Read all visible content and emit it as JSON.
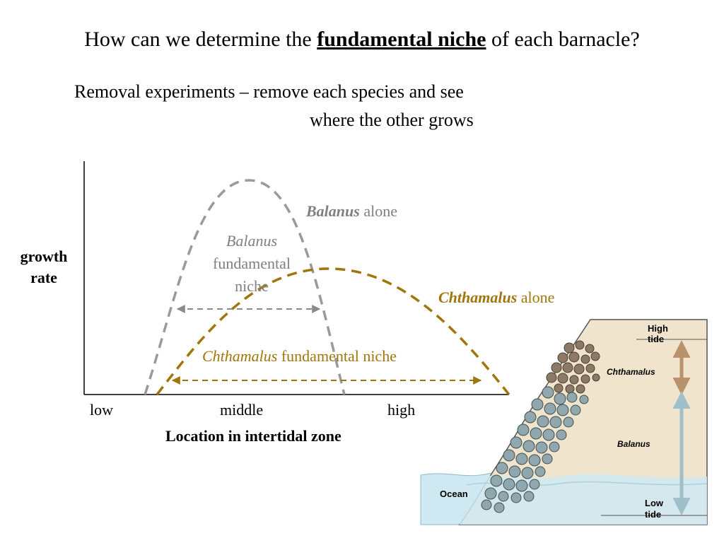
{
  "title": {
    "before": "How can we determine the ",
    "emphasis": "fundamental niche",
    "after": " of each barnacle?"
  },
  "subtitle": {
    "line1": "Removal experiments – remove each species and see",
    "line2": "where the other grows"
  },
  "colors": {
    "balanus": "#9a9a9a",
    "chthamalus": "#a0760c",
    "label_gray": "#808080"
  },
  "chart_data": {
    "type": "line",
    "ylabel_line1": "growth",
    "ylabel_line2": "rate",
    "xlabel": "Location in intertidal zone",
    "x_ticks": [
      "low",
      "middle",
      "high"
    ],
    "series": [
      {
        "name": "Balanus alone",
        "name_italic": "Balanus",
        "name_rest": " alone",
        "shape": "bell",
        "peak_position": "between low and middle"
      },
      {
        "name": "Chthamalus alone",
        "name_italic": "Chthamalus",
        "name_rest": " alone",
        "shape": "bell",
        "peak_position": "between middle and high"
      }
    ],
    "annotations": {
      "balanus_niche_line1": "Balanus",
      "balanus_niche_line2": "fundamental",
      "balanus_niche_line3": "niche",
      "chthamalus_niche_italic": "Chthamalus",
      "chthamalus_niche_rest": " fundamental niche"
    }
  },
  "illustration": {
    "high_tide_line1": "High",
    "high_tide_line2": "tide",
    "chthamalus": "Chthamalus",
    "balanus": "Balanus",
    "ocean": "Ocean",
    "low_tide_line1": "Low",
    "low_tide_line2": "tide",
    "colors": {
      "rock": "#f1e4cc",
      "water": "#cfe9f2",
      "chthamalus_barnacle": "#8c7a66",
      "balanus_barnacle": "#8fa7ad",
      "tan_arrow": "#b8926a",
      "blue_arrow": "#9fc0c8"
    }
  }
}
